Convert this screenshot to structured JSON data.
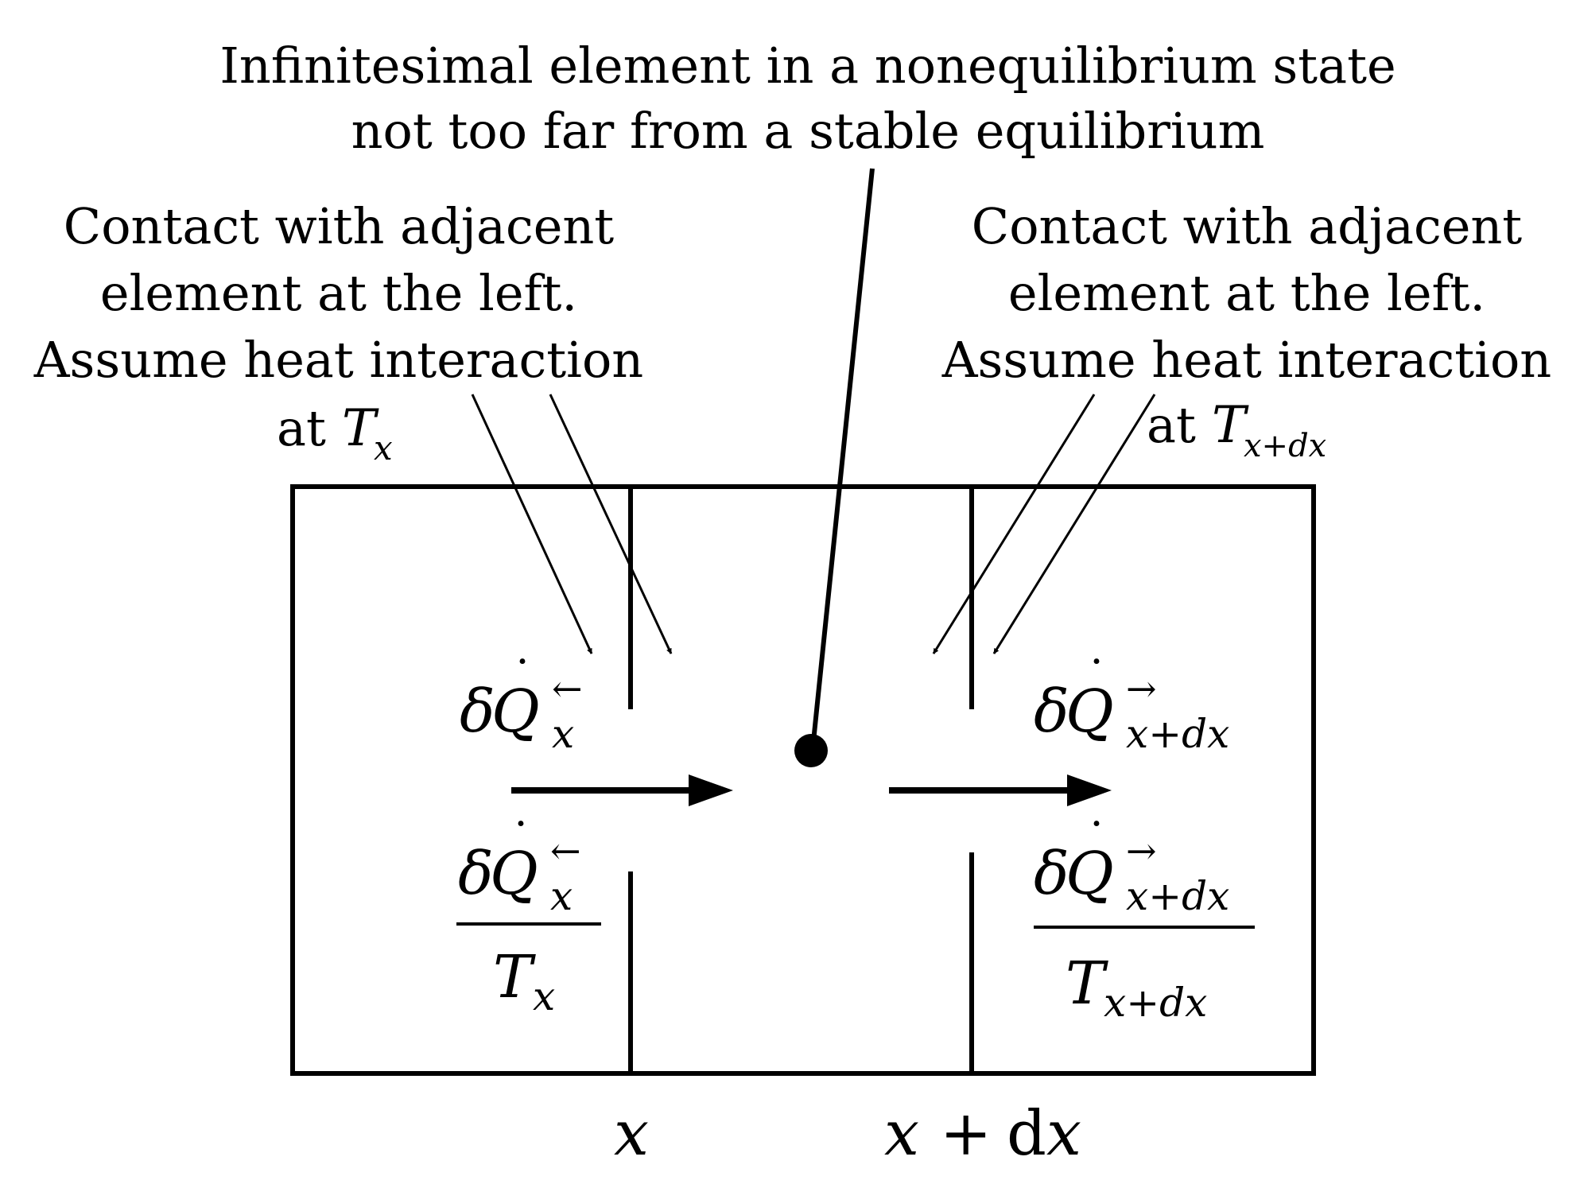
{
  "colors": {
    "ink": "#000000",
    "background": "#ffffff"
  },
  "title": {
    "line1": "Infinitesimal element in a nonequilibrium state",
    "line2": "not too far from a stable equilibrium"
  },
  "left_annotation": {
    "line1": "Contact with adjacent",
    "line2": "element at the left.",
    "line3": "Assume heat interaction",
    "line4_prefix": "at",
    "temp_symbol": "T",
    "temp_subscript": "x"
  },
  "right_annotation": {
    "line1": "Contact with adjacent",
    "line2": "element at the left.",
    "line3": "Assume heat interaction",
    "line4_prefix": "at",
    "temp_symbol": "T",
    "temp_subscript": "x+dx"
  },
  "left_heat": {
    "delta": "δ",
    "q_symbol": "Q",
    "dot": "˙",
    "direction_arrow": "←",
    "subscript": "x"
  },
  "left_entropy": {
    "delta": "δ",
    "q_symbol": "Q",
    "dot": "˙",
    "direction_arrow": "←",
    "subscript": "x",
    "denominator_symbol": "T",
    "denominator_subscript": "x"
  },
  "right_heat": {
    "delta": "δ",
    "q_symbol": "Q",
    "dot": "˙",
    "direction_arrow": "→",
    "subscript": "x+dx"
  },
  "right_entropy": {
    "delta": "δ",
    "q_symbol": "Q",
    "dot": "˙",
    "direction_arrow": "→",
    "subscript": "x+dx",
    "denominator_symbol": "T",
    "denominator_subscript": "x+dx"
  },
  "axis_labels": {
    "left_position": "x",
    "right_position_var": "x",
    "right_position_op": "+",
    "right_position_d": "d",
    "right_position_x": "x"
  }
}
